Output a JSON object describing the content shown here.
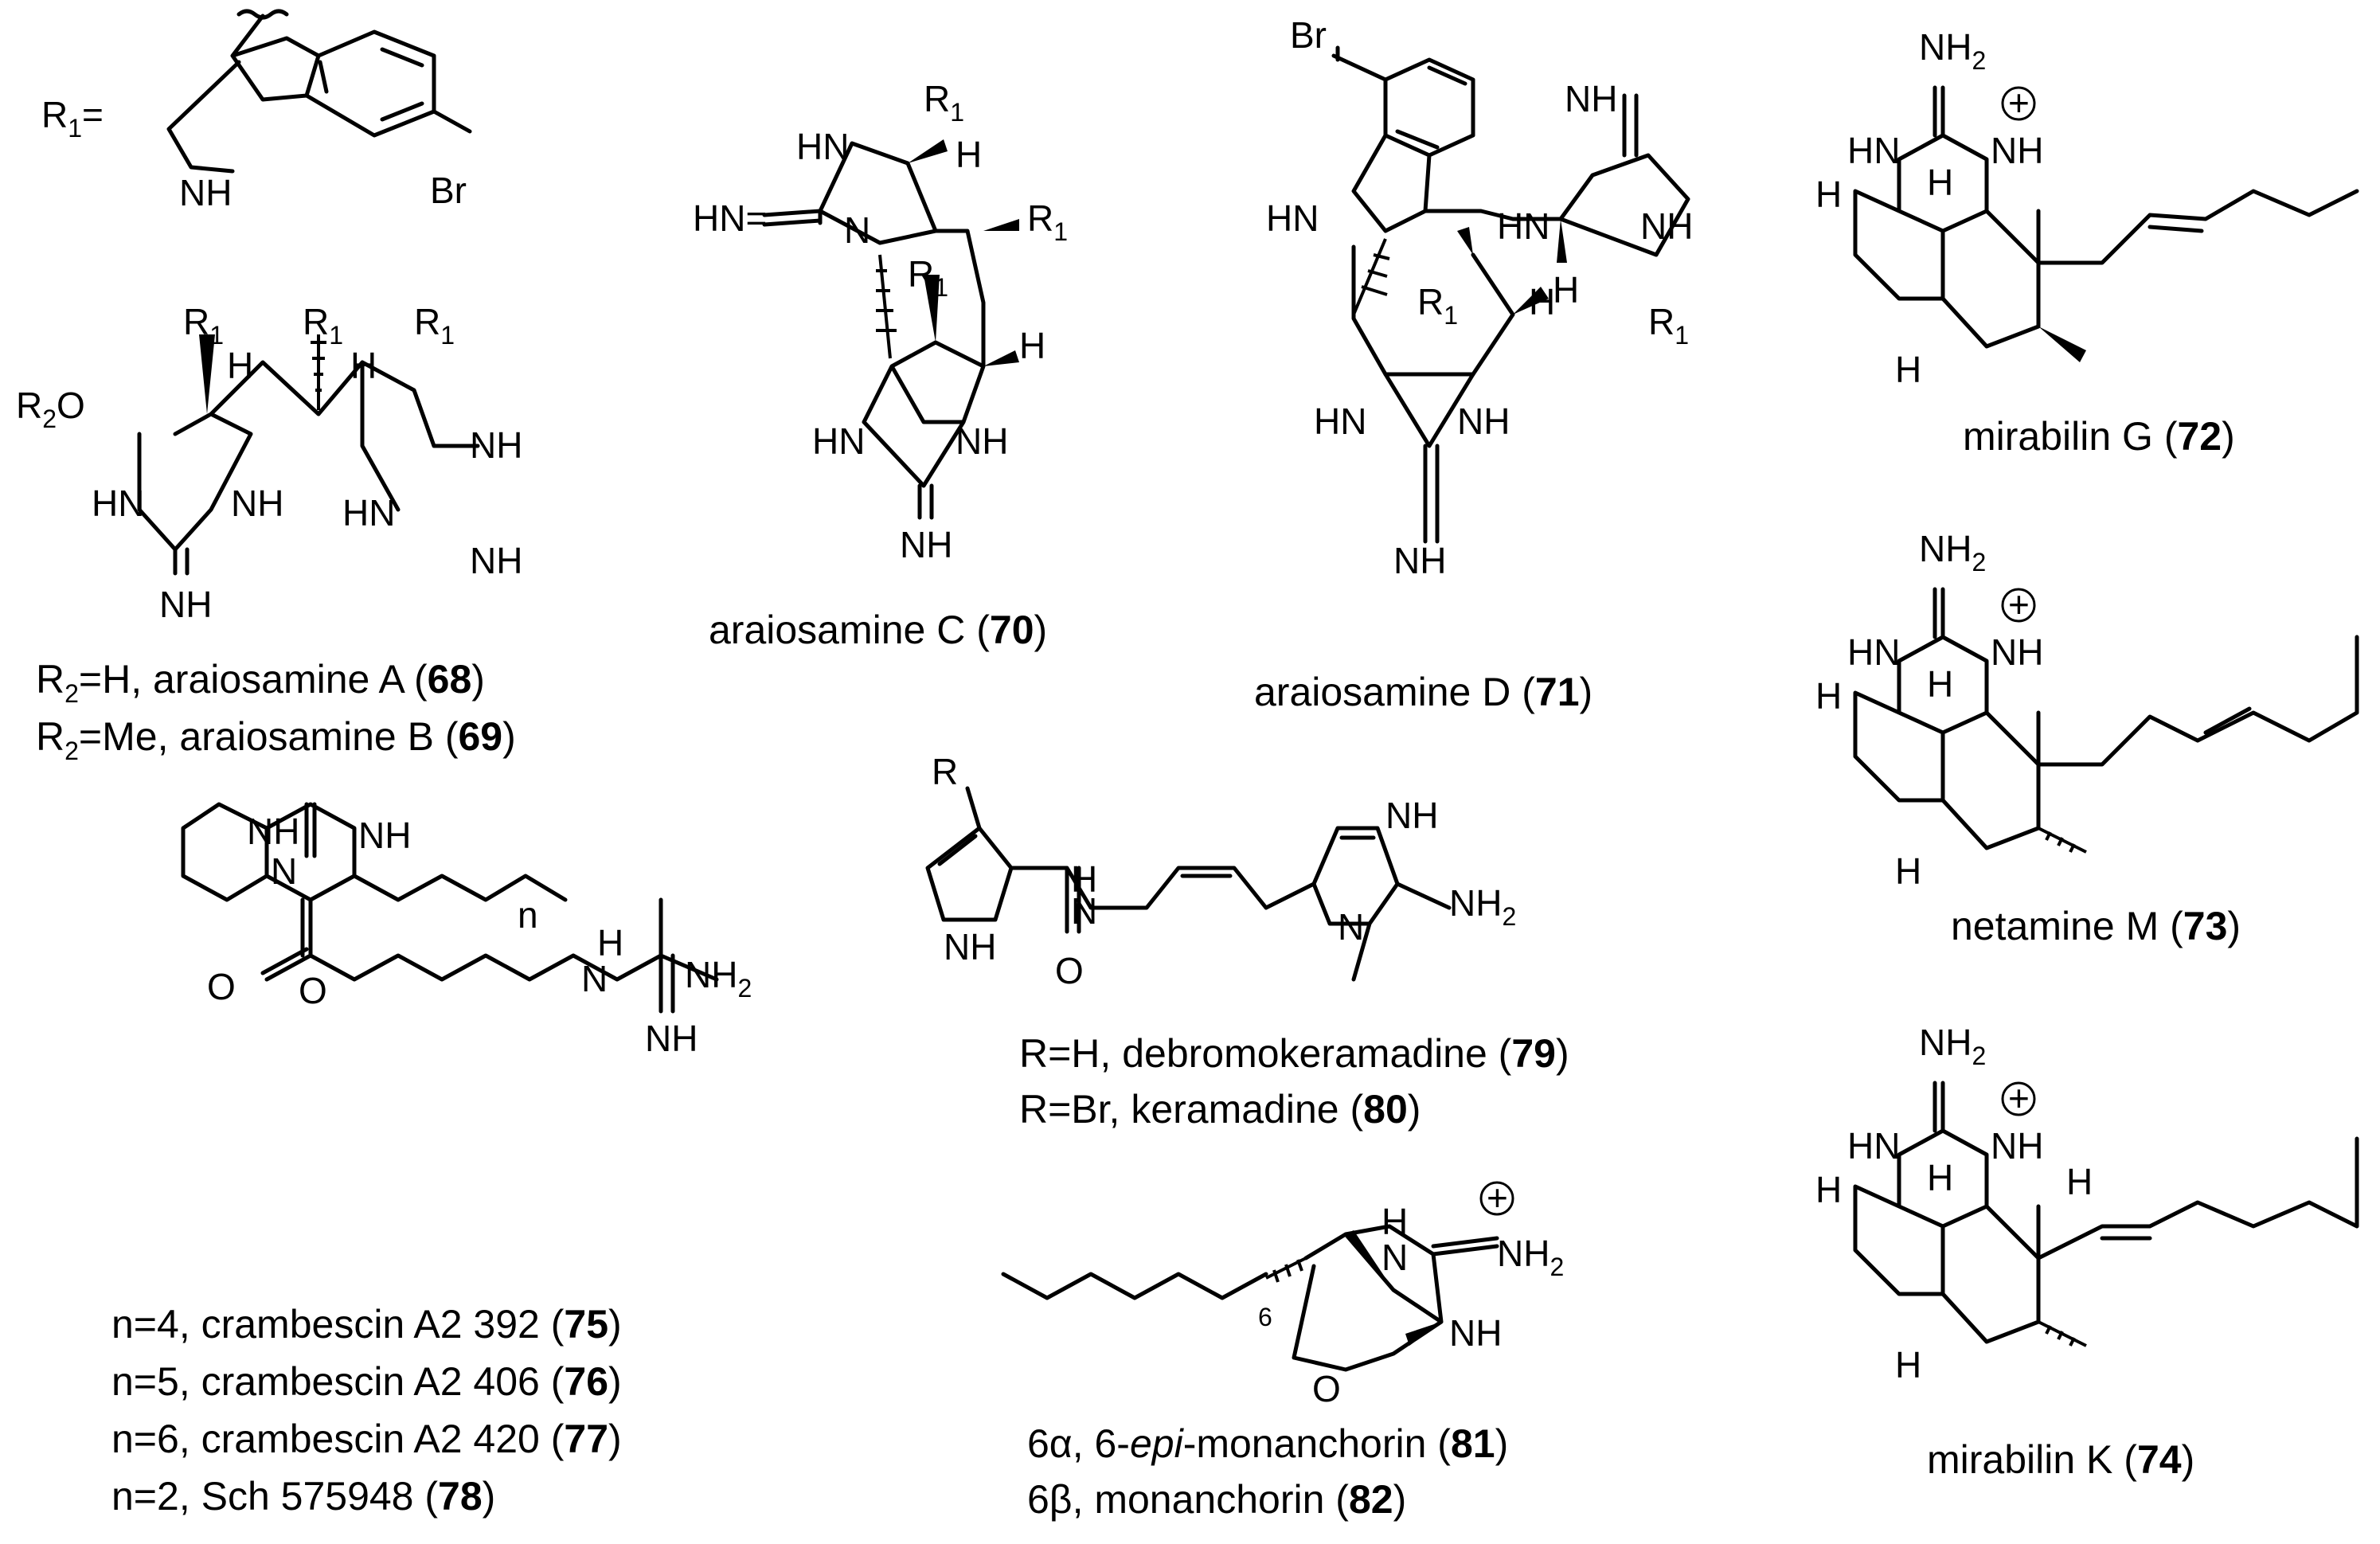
{
  "r1_definition": {
    "label": "R",
    "sub": "1",
    "equals": "="
  },
  "atoms": {
    "br": "Br",
    "nh": "NH",
    "hn": "HN",
    "h": "H",
    "n": "N",
    "o": "O",
    "nh2": "NH",
    "two": "2",
    "r": "R",
    "r1": "R",
    "one": "1",
    "hn_eq": "HN=",
    "r2o": "R",
    "r2o_sub": "2",
    "r2o_o": "O",
    "n_sub": "n",
    "six": "6",
    "plus": "+"
  },
  "captions": {
    "c68": {
      "pre": "R",
      "sub": "2",
      "mid": "=H, araiosamine A (",
      "num": "68",
      "post": ")"
    },
    "c69": {
      "pre": "R",
      "sub": "2",
      "mid": "=Me, araiosamine B (",
      "num": "69",
      "post": ")"
    },
    "c70": {
      "name": "araiosamine C (",
      "num": "70",
      "post": ")"
    },
    "c71": {
      "name": "araiosamine D (",
      "num": "71",
      "post": ")"
    },
    "c72": {
      "name": "mirabilin G (",
      "num": "72",
      "post": ")"
    },
    "c73": {
      "name": "netamine M (",
      "num": "73",
      "post": ")"
    },
    "c74": {
      "name": "mirabilin K (",
      "num": "74",
      "post": ")"
    },
    "c75": {
      "name": "n=4, crambescin  A2 392 (",
      "num": "75",
      "post": ")"
    },
    "c76": {
      "name": "n=5, crambescin  A2 406 (",
      "num": "76",
      "post": ")"
    },
    "c77": {
      "name": "n=6, crambescin  A2 420 (",
      "num": "77",
      "post": ")"
    },
    "c78": {
      "name": "n=2, Sch 575948 (",
      "num": "78",
      "post": ")"
    },
    "c79": {
      "name": "R=H, debromokeramadine (",
      "num": "79",
      "post": ")"
    },
    "c80": {
      "name": "R=Br, keramadine (",
      "num": "80",
      "post": ")"
    },
    "c81": {
      "pre": "6α, 6-",
      "ital": "epi",
      "name": "-monanchorin (",
      "num": "81",
      "post": ")"
    },
    "c82": {
      "name": "6β, monanchorin (",
      "num": "82",
      "post": ")"
    }
  }
}
